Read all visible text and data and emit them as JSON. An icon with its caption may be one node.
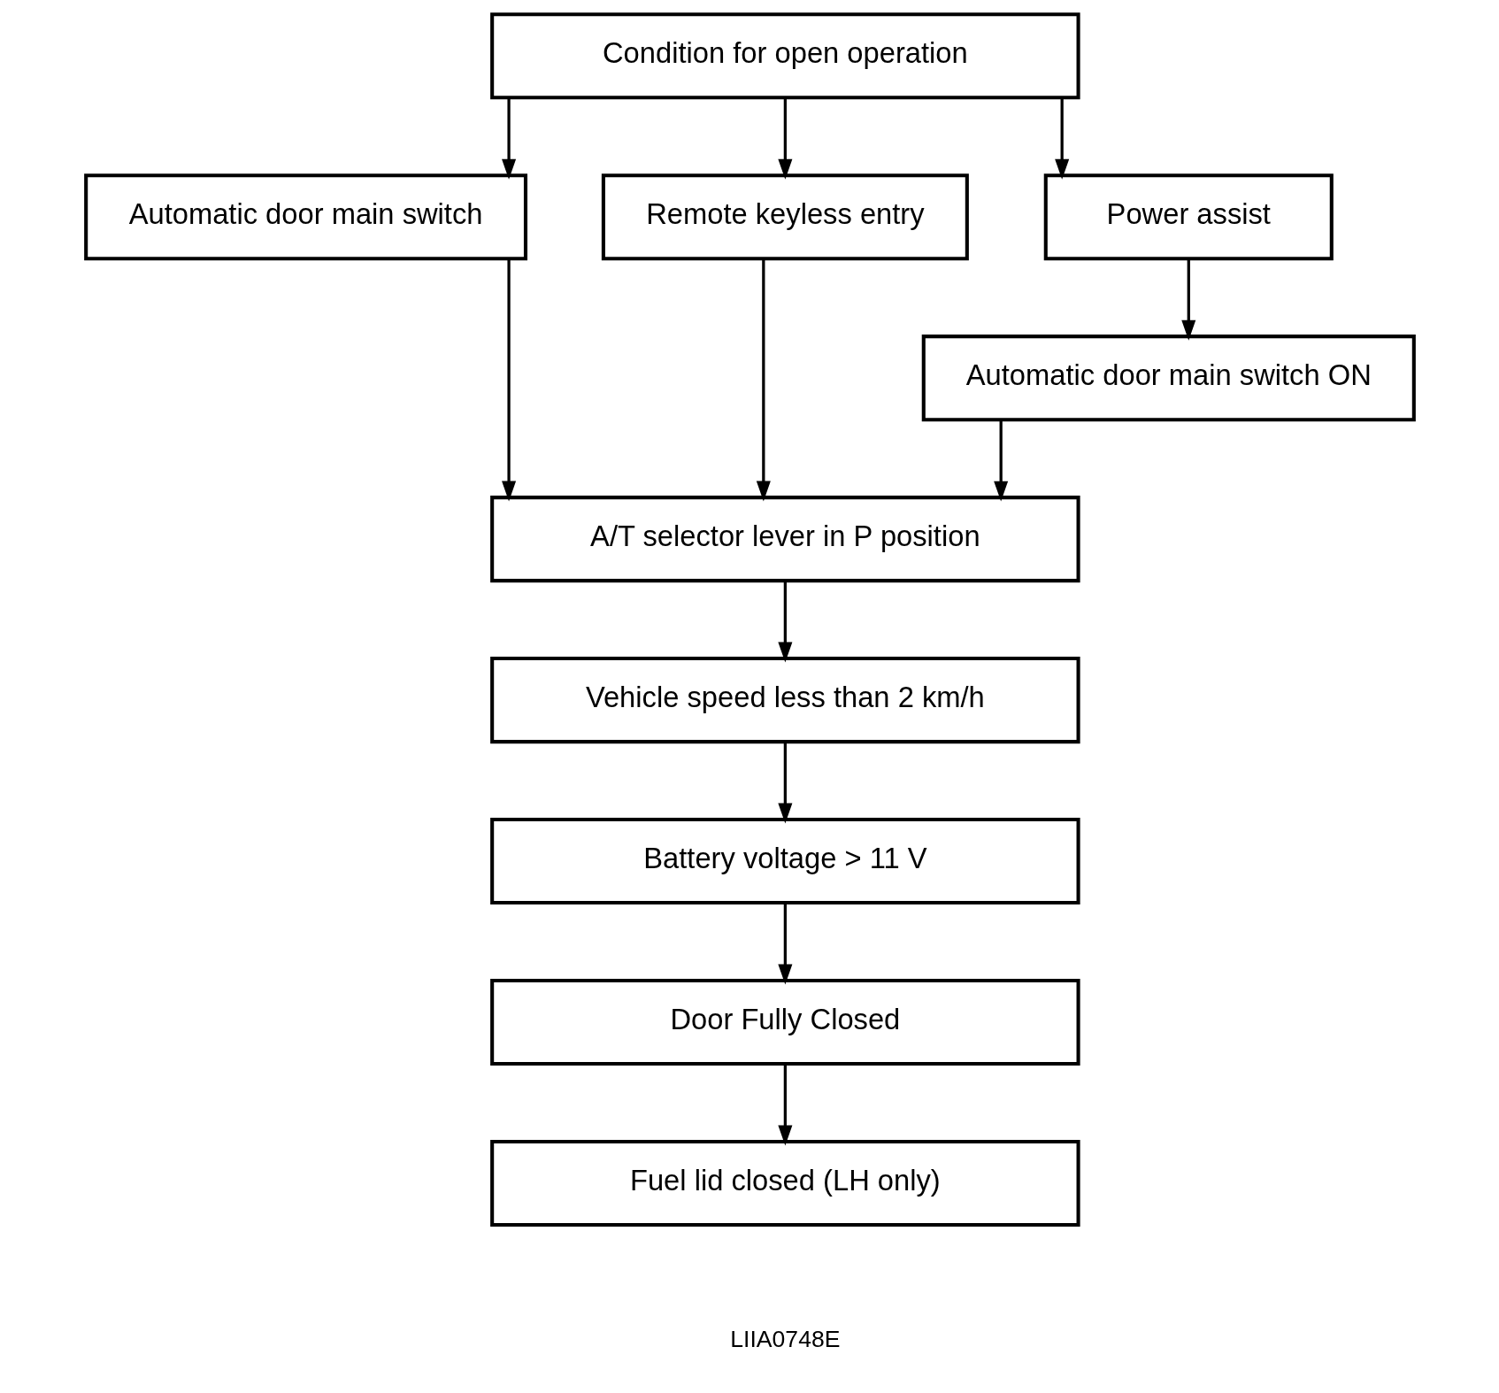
{
  "diagram": {
    "nodes": [
      {
        "text": [
          "Condition for open operation"
        ]
      },
      {
        "text": [
          "Automatic door main switch"
        ]
      },
      {
        "text": [
          "Remote keyless entry"
        ]
      },
      {
        "text": [
          "Power assist"
        ]
      },
      {
        "text": [
          "Automatic door main switch ON"
        ]
      },
      {
        "text": [
          "A/T selector lever in P position"
        ]
      },
      {
        "text": [
          "Vehicle speed less than 2 km/h"
        ]
      },
      {
        "text": [
          "Battery voltage > 11 V"
        ]
      },
      {
        "text": [
          "Door Fully Closed"
        ]
      },
      {
        "text": [
          "Fuel lid closed (LH only)"
        ]
      }
    ],
    "edges": [
      {
        "from": 0,
        "to": 1,
        "arrow": "to"
      },
      {
        "from": 0,
        "to": 2,
        "arrow": "to"
      },
      {
        "from": 0,
        "to": 3,
        "arrow": "to"
      },
      {
        "from": 3,
        "to": 4,
        "arrow": "to"
      },
      {
        "from": 1,
        "to": 5,
        "arrow": "to"
      },
      {
        "from": 2,
        "to": 5,
        "arrow": "to"
      },
      {
        "from": 4,
        "to": 5,
        "arrow": "to"
      },
      {
        "from": 5,
        "to": 6,
        "arrow": "to"
      },
      {
        "from": 6,
        "to": 7,
        "arrow": "to"
      },
      {
        "from": 7,
        "to": 8,
        "arrow": "to"
      },
      {
        "from": 8,
        "to": 9,
        "arrow": "to"
      }
    ],
    "labels": [
      "LIIA0748E"
    ]
  }
}
